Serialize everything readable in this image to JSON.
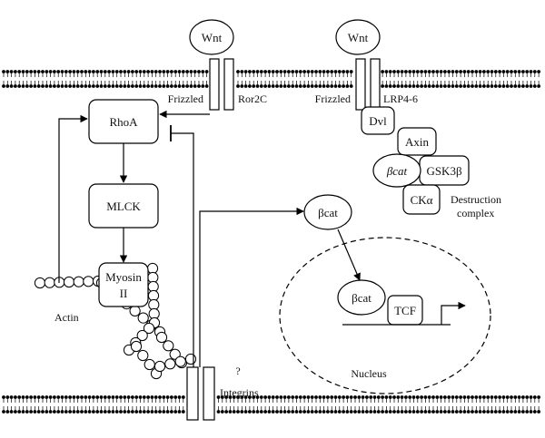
{
  "labels": {
    "wnt_left": "Wnt",
    "wnt_right": "Wnt",
    "frizzled_left": "Frizzled",
    "ror2c": "Ror2C",
    "frizzled_right": "Frizzled",
    "lrp": "LRP4-6",
    "rhoa": "RhoA",
    "mlck": "MLCK",
    "myosin_line1": "Myosin",
    "myosin_line2": "II",
    "actin": "Actin",
    "dvl": "Dvl",
    "axin": "Axin",
    "bcat_destruction": "βcat",
    "gsk3b": "GSK3β",
    "cka": "CKα",
    "destruction_line1": "Destruction",
    "destruction_line2": "complex",
    "bcat_cytoplasm": "βcat",
    "bcat_nucleus": "βcat",
    "tcf": "TCF",
    "nucleus": "Nucleus",
    "question": "?",
    "integrins": "Integrins"
  },
  "colors": {
    "stroke": "#000000",
    "fill": "#ffffff",
    "text": "#111111"
  }
}
